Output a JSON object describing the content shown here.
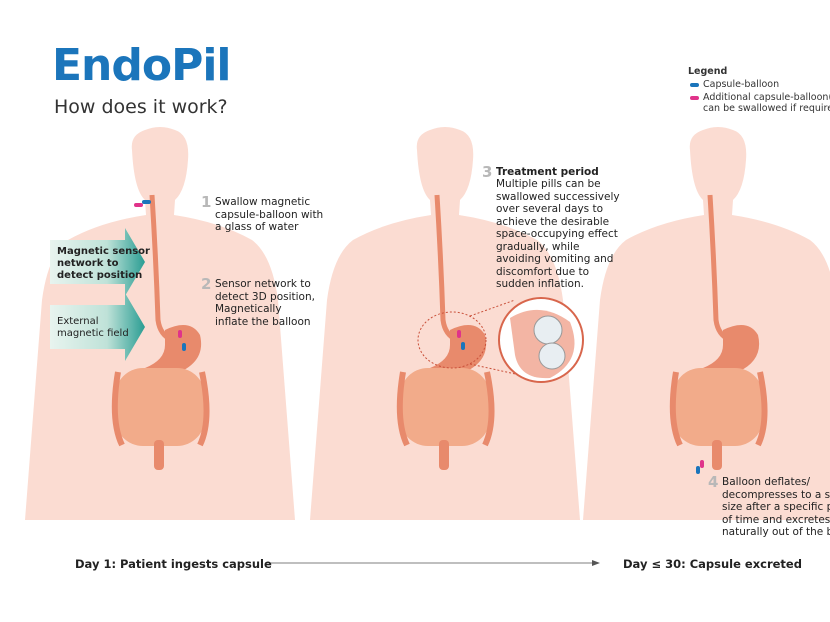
{
  "header": {
    "title": "EndoPil",
    "subtitle": "How does it work?"
  },
  "legend": {
    "title": "Legend",
    "items": [
      {
        "label": "Capsule-balloon",
        "color": "#1b75bb"
      },
      {
        "label": "Additional capsule-balloon(s)",
        "label2": "can be swallowed if required",
        "color": "#e0338a"
      }
    ]
  },
  "arrows": [
    {
      "line1": "Magnetic sensor",
      "line2": "network to",
      "line3": "detect position"
    },
    {
      "line1": "External",
      "line2": "magnetic field"
    }
  ],
  "steps": [
    {
      "num": "1",
      "lines": [
        "Swallow magnetic",
        "capsule-balloon with",
        "a glass of water"
      ]
    },
    {
      "num": "2",
      "lines": [
        "Sensor network to",
        "detect 3D position,",
        "Magnetically",
        "inflate the balloon"
      ]
    },
    {
      "num": "3",
      "title": "Treatment period",
      "lines": [
        "Multiple pills can be",
        "swallowed successively",
        "over several days to",
        "achieve the desirable",
        "space-occupying effect",
        "gradually, while",
        "avoiding vomiting and",
        "discomfort due to",
        "sudden inflation."
      ]
    },
    {
      "num": "4",
      "lines": [
        "Balloon deflates/",
        "decompresses to a sm",
        "size after a specific pe",
        "of time and excretes",
        "naturally out of the b"
      ]
    }
  ],
  "timeline": {
    "start": "Day 1: Patient ingests capsule",
    "end": "Day ≤ 30: Capsule excreted"
  },
  "colors": {
    "body": "#fbdcd2",
    "organ": "#e88a6c",
    "intestine": "#f2ab8a",
    "teal": "#2a9d93"
  }
}
